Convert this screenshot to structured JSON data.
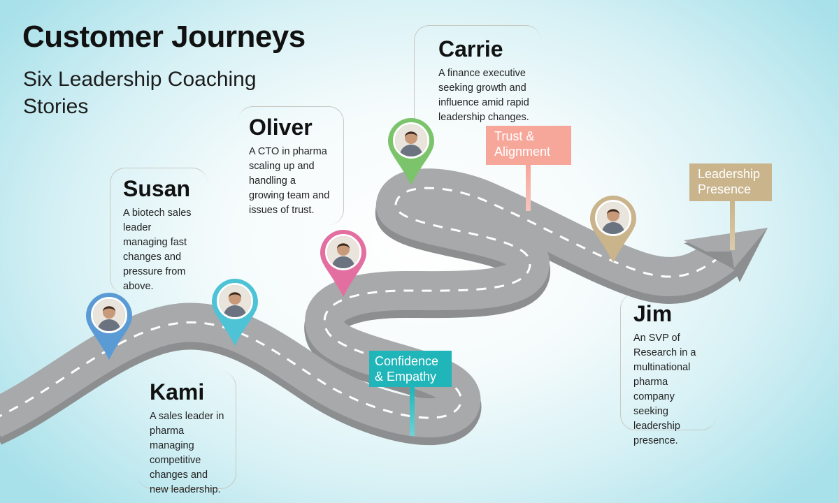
{
  "header": {
    "title": "Customer Journeys",
    "subtitle": "Six Leadership Coaching Stories"
  },
  "stories": {
    "susan": {
      "name": "Susan",
      "description": "A biotech sales leader managing fast changes and pressure from above."
    },
    "oliver": {
      "name": "Oliver",
      "description": "A CTO in pharma scaling up and handling a growing team and issues of trust."
    },
    "carrie": {
      "name": "Carrie",
      "description": "A finance executive seeking growth and influence amid rapid leadership changes."
    },
    "kami": {
      "name": "Kami",
      "description": "A sales leader in pharma managing competitive changes and new leadership."
    },
    "jim": {
      "name": "Jim",
      "description": "An SVP of Research in a multinational pharma company seeking leadership presence."
    }
  },
  "milestones": {
    "confidence": {
      "label": "Confidence & Empathy",
      "color": "#1fb5b9"
    },
    "trust": {
      "label": "Trust & Alignment",
      "color": "#f7a79a"
    },
    "leadership": {
      "label": "Leadership Presence",
      "color": "#c9b48c"
    }
  },
  "pins": {
    "susan": {
      "color": "#5b9bd5",
      "icon": "person-portrait-icon"
    },
    "kami": {
      "color": "#4fc3d6",
      "icon": "person-portrait-icon"
    },
    "oliver": {
      "color": "#e36fa0",
      "icon": "person-portrait-icon"
    },
    "carrie": {
      "color": "#7cc46b",
      "icon": "person-portrait-icon"
    },
    "jim": {
      "color": "#c9b48c",
      "icon": "person-portrait-icon"
    }
  }
}
